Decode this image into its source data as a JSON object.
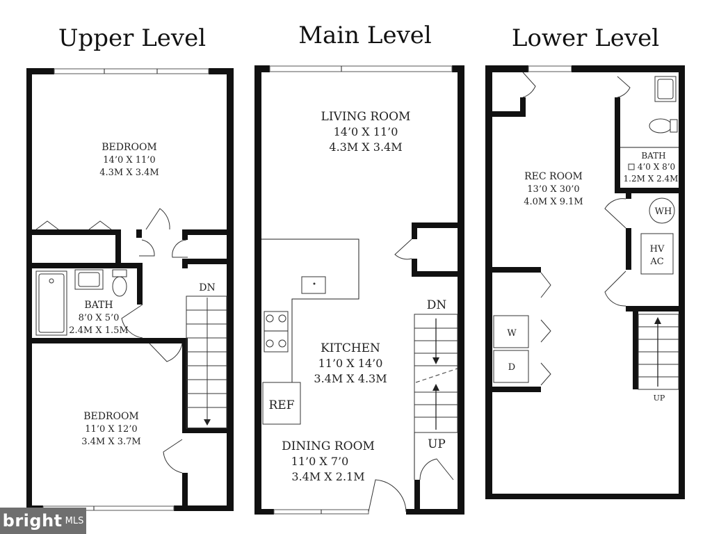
{
  "levels": {
    "upper": {
      "title": "Upper Level",
      "bedroom1": {
        "name": "BEDROOM",
        "dim_ft": "14’0 X 11’0",
        "dim_m": "4.3M X 3.4M"
      },
      "bath": {
        "name": "BATH",
        "dim_ft": "8’0 X 5’0",
        "dim_m": "2.4M X 1.5M"
      },
      "bedroom2": {
        "name": "BEDROOM",
        "dim_ft": "11’0 X 12’0",
        "dim_m": "3.4M X 3.7M"
      },
      "stair_label": "DN"
    },
    "main": {
      "title": "Main Level",
      "living": {
        "name": "LIVING ROOM",
        "dim_ft": "14’0 X 11’0",
        "dim_m": "4.3M X 3.4M"
      },
      "kitchen": {
        "name": "KITCHEN",
        "dim_ft": "11’0 X 14’0",
        "dim_m": "3.4M X 4.3M"
      },
      "dining": {
        "name": "DINING ROOM",
        "dim_ft": "11’0 X 7’0",
        "dim_m": "3.4M X 2.1M"
      },
      "ref_label": "REF",
      "stair_dn": "DN",
      "stair_up": "UP"
    },
    "lower": {
      "title": "Lower Level",
      "rec": {
        "name": "REC ROOM",
        "dim_ft": "13’0 X 30’0",
        "dim_m": "4.0M X 9.1M"
      },
      "bath": {
        "name": "BATH",
        "dim_ft": "4’0 X 8’0",
        "dim_m": "1.2M X 2.4M"
      },
      "wh_label": "WH",
      "hvac_line1": "HV",
      "hvac_line2": "AC",
      "washer_label": "W",
      "dryer_label": "D",
      "stair_up": "UP"
    }
  },
  "watermark": {
    "brand": "bright",
    "suffix": "MLS"
  },
  "colors": {
    "wall": "#111111",
    "watermark_bg": "#6f6f6f"
  }
}
